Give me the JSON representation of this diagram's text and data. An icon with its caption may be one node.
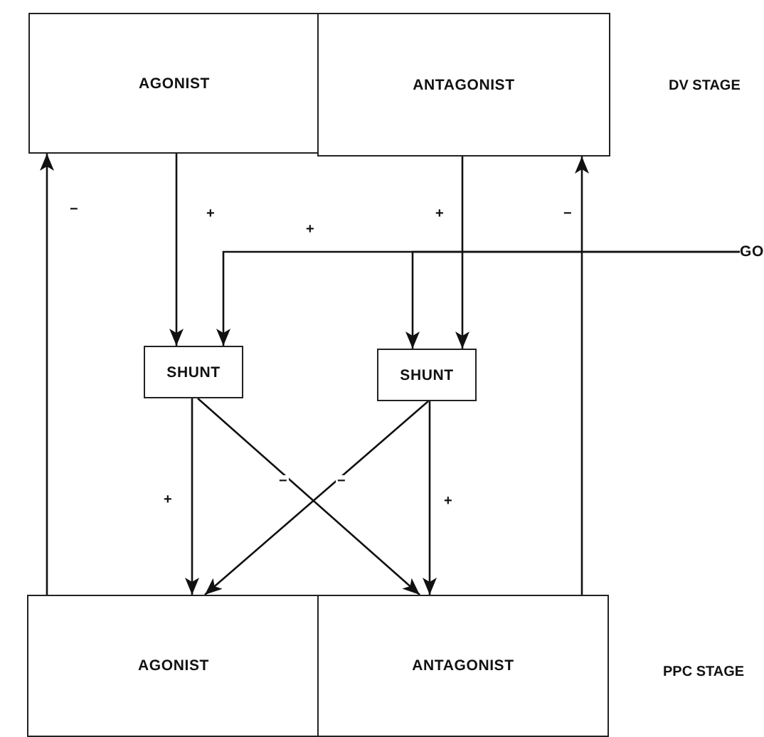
{
  "diagram": {
    "nodes": [
      {
        "text": [
          "AGONIST"
        ]
      },
      {
        "text": [
          "ANTAGONIST"
        ]
      },
      {
        "text": [
          "SHUNT"
        ]
      },
      {
        "text": [
          "SHUNT"
        ]
      },
      {
        "text": [
          "AGONIST"
        ]
      },
      {
        "text": [
          "ANTAGONIST"
        ]
      },
      {
        "text": [
          "GO"
        ]
      }
    ],
    "edges": [
      {
        "from": 0,
        "to": 2,
        "arrow": "to",
        "label": "+"
      },
      {
        "from": 1,
        "to": 3,
        "arrow": "to",
        "label": "+"
      },
      {
        "from": 6,
        "to": 2,
        "arrow": "to",
        "label": "+"
      },
      {
        "from": 6,
        "to": 3,
        "arrow": "to"
      },
      {
        "from": 2,
        "to": 4,
        "arrow": "to",
        "label": "+"
      },
      {
        "from": 2,
        "to": 5,
        "arrow": "to",
        "label": "−"
      },
      {
        "from": 3,
        "to": 4,
        "arrow": "to",
        "label": "−"
      },
      {
        "from": 3,
        "to": 5,
        "arrow": "to",
        "label": "+"
      },
      {
        "from": 4,
        "to": 0,
        "arrow": "to",
        "label": "−"
      },
      {
        "from": 5,
        "to": 1,
        "arrow": "to",
        "label": "−"
      }
    ],
    "labels": [
      "DV STAGE",
      "PPC STAGE"
    ]
  }
}
